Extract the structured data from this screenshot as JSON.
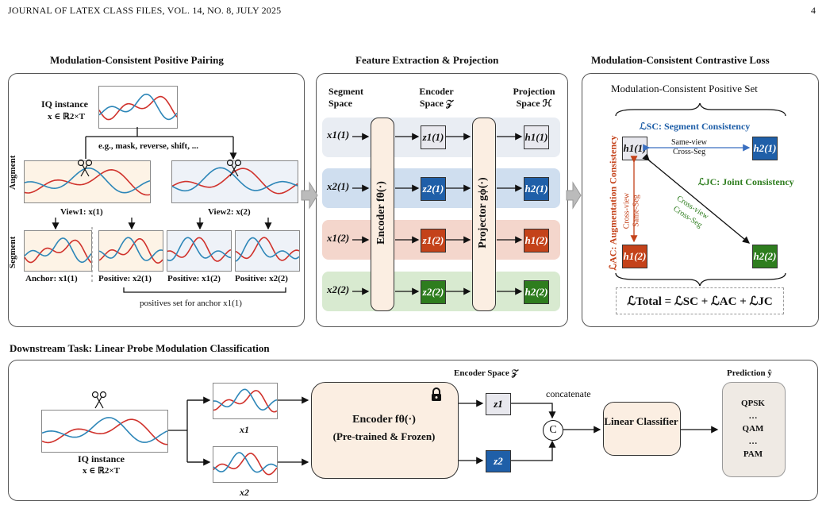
{
  "header": {
    "left": "JOURNAL OF LATEX CLASS FILES, VOL. 14, NO. 8, JULY 2025",
    "page": "4"
  },
  "titles": {
    "pairing": "Modulation-Consistent Positive Pairing",
    "feature": "Feature Extraction &  Projection",
    "loss": "Modulation-Consistent Contrastive Loss",
    "downstream": "Downstream Task: Linear Probe Modulation Classification"
  },
  "pairing": {
    "iq_title": "IQ instance",
    "iq_math": "x ∈ ℝ2×T",
    "aug_ops": "e.g., mask, reverse, shift, ...",
    "augment": "Augment",
    "segment": "Segment",
    "view1": "View1: x(1)",
    "view2": "View2: x(2)",
    "anchor": "Anchor: x1(1)",
    "pos1": "Positive: x2(1)",
    "pos2": "Positive: x1(2)",
    "pos3": "Positive: x2(2)",
    "positives_note": "positives set for anchor x1(1)"
  },
  "feature": {
    "segment_space": "Segment Space",
    "encoder_space": "Encoder Space 𝒵",
    "projection_space": "Projection Space ℋ",
    "encoder": "Encoder fθ(·)",
    "projector": "Projector gϕ(·)",
    "x_labels": [
      "x1(1)",
      "x2(1)",
      "x1(2)",
      "x2(2)"
    ],
    "z_labels": [
      "z1(1)",
      "z2(1)",
      "z1(2)",
      "z2(2)"
    ],
    "h_labels": [
      "h1(1)",
      "h2(1)",
      "h1(2)",
      "h2(2)"
    ]
  },
  "loss": {
    "pos_set": "Modulation-Consistent Positive Set",
    "sc": "ℒSC: Segment Consistency",
    "ac": "ℒAC: Augmentation Consistency",
    "jc": "ℒJC: Joint Consistency",
    "same_view": "Same-view",
    "cross_seg": "Cross-Seg",
    "cross_view": "Cross-view",
    "same_seg": "Same-Seg",
    "h_nodes": [
      "h1(1)",
      "h2(1)",
      "h1(2)",
      "h2(2)"
    ],
    "total": "ℒTotal = ℒSC + ℒAC + ℒJC"
  },
  "downstream": {
    "iq_title": "IQ instance",
    "iq_math": "x ∈ ℝ2×T",
    "x1": "x1",
    "x2": "x2",
    "encoder_space": "Encoder Space 𝒵",
    "encoder": "Encoder fθ(·)",
    "encoder_sub": "(Pre-trained & Frozen)",
    "z1": "z1",
    "z2": "z2",
    "concatenate": "concatenate",
    "concat_symbol": "C",
    "classifier": "Linear Classifier",
    "prediction": "Prediction ŷ",
    "classes": [
      "QPSK",
      "…",
      "QAM",
      "…",
      "PAM"
    ]
  },
  "colors": {
    "blue_dark": "#1f5fa8",
    "red_dark": "#c4421a",
    "green_dark": "#2e7d1e",
    "gray_box": "#e8e8ee",
    "lane_gray": "#e9edf3",
    "lane_blue": "#cfdeef",
    "lane_red": "#f4d6cc",
    "lane_green": "#d8ead0",
    "pill": "#fbeee2",
    "wave_red": "#d0322c",
    "wave_blue": "#2d86b8"
  }
}
